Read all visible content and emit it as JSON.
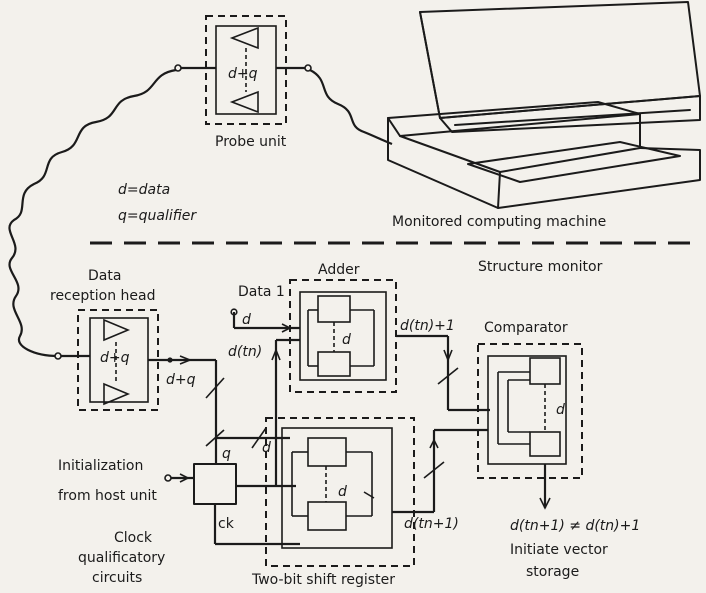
{
  "labels": {
    "probe_unit": "Probe unit",
    "probe_dq": "d+q",
    "legend_d": "d=data",
    "legend_q": "q=qualifier",
    "monitored_machine": "Monitored computing machine",
    "structure_monitor": "Structure monitor",
    "data_reception_head_1": "Data",
    "data_reception_head_2": "reception head",
    "head_dq": "d+q",
    "out_dq": "d+q",
    "adder": "Adder",
    "data_1": "Data 1",
    "d_small": "d",
    "d_tn": "d(tn)",
    "adder_d": "d",
    "d_tn_plus1": "d(tn)+1",
    "comparator": "Comparator",
    "comparator_d": "d",
    "q_label": "q",
    "d_label": "d",
    "initialization_1": "Initialization",
    "initialization_2": "from host unit",
    "ck": "ck",
    "shift_d": "d",
    "d_tn1": "d(tn+1)",
    "clock_1": "Clock",
    "clock_2": "qualificatory",
    "clock_3": "circuits",
    "shift_register": "Two-bit shift register",
    "condition": "d(tn+1) ≠ d(tn)+1",
    "initiate_1": "Initiate vector",
    "initiate_2": "storage"
  }
}
